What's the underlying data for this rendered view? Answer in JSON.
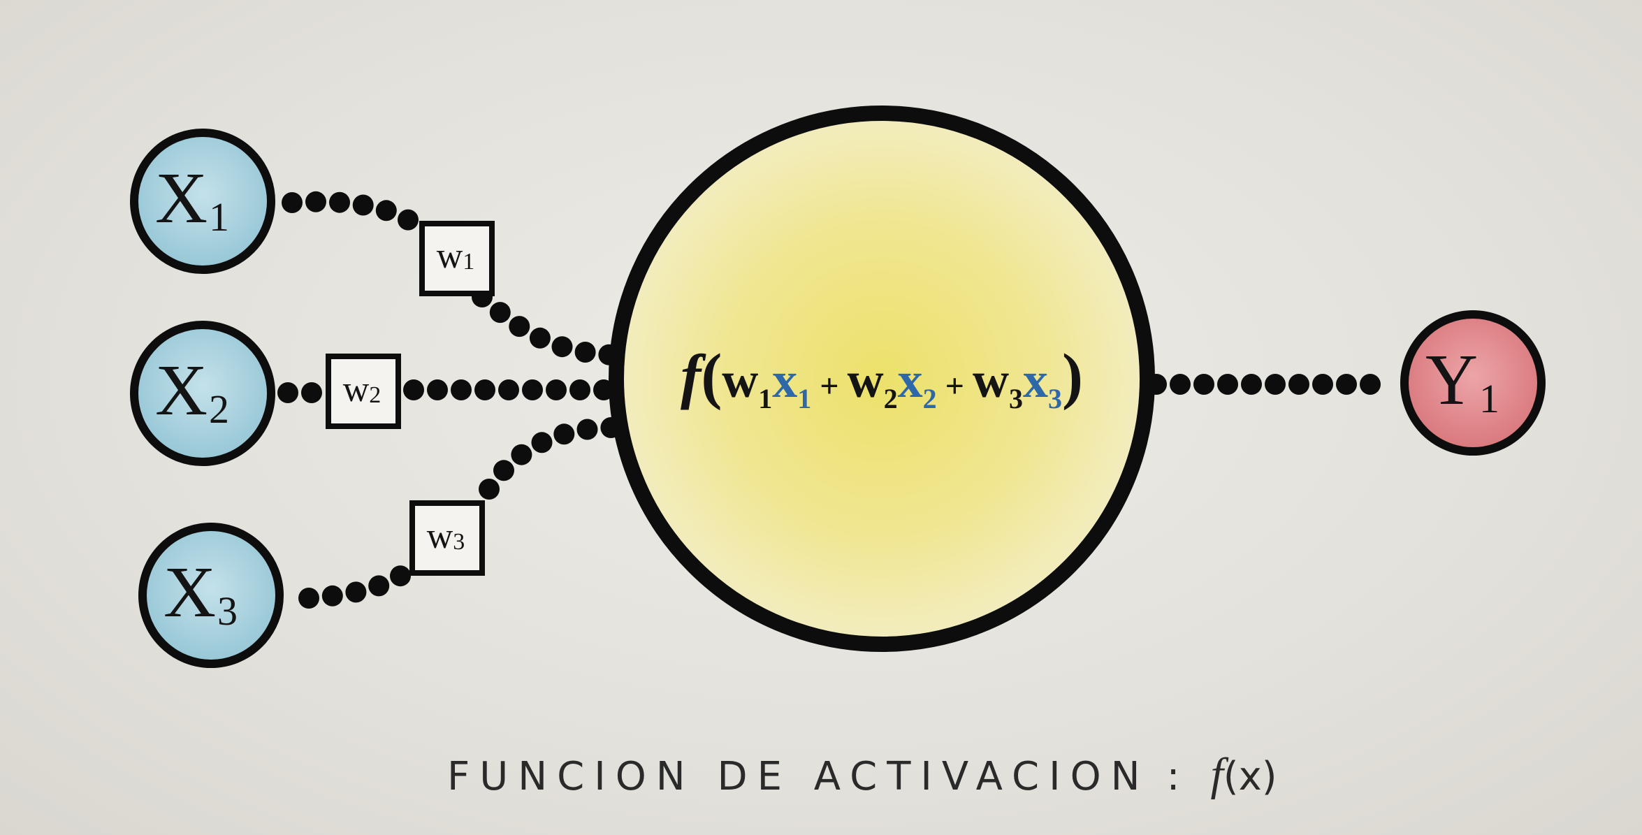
{
  "inputs": [
    {
      "letter": "X",
      "sub": "1"
    },
    {
      "letter": "X",
      "sub": "2"
    },
    {
      "letter": "X",
      "sub": "3"
    }
  ],
  "weights": [
    {
      "letter": "w",
      "sub": "1"
    },
    {
      "letter": "w",
      "sub": "2"
    },
    {
      "letter": "w",
      "sub": "3"
    }
  ],
  "output": {
    "letter": "Y",
    "sub": "1"
  },
  "formula": {
    "f": "f",
    "open": "(",
    "close": ")",
    "plus": "+",
    "w": "w",
    "x": "x",
    "subs": [
      "1",
      "2",
      "3"
    ]
  },
  "caption": {
    "label": "FUNCION DE ACTIVACION",
    "sep": ":",
    "f": "f",
    "arg": "(x)"
  },
  "colors": {
    "input_fill": "#a9d2df",
    "output_fill": "#e08a8e",
    "neuron_fill": "#f1e79a",
    "stroke": "#0d0d0d",
    "x_blue": "#2f68a8",
    "text": "#141414"
  }
}
